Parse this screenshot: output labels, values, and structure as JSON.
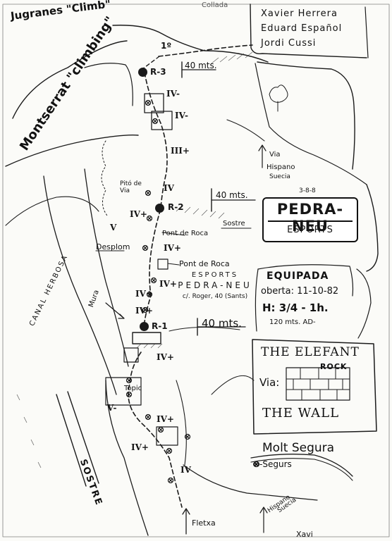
{
  "authors": {
    "line1": "Xavier Herrera",
    "line2": "Eduard Español",
    "line3": "Jordi   Cussi"
  },
  "top_scribble": "Collada",
  "magazine": "Jugranes \"Climb\"",
  "region": "Montserrat \"climbing\"",
  "pitch_top": "1º",
  "distance_labels": {
    "top": "40 mts.",
    "mid": "40 mts.",
    "bottom": "40 mts."
  },
  "belays": {
    "r3": "R-3",
    "r2": "R-2",
    "r1": "R-1"
  },
  "grades": {
    "g1": "IV-",
    "g2": "IV-",
    "g3": "III+",
    "g4": "IV",
    "g5": "IV+",
    "g6": "IV+",
    "g7": "IV+",
    "g8": "IV+",
    "g9": "IV+",
    "g10": "IV+",
    "g11": "V-",
    "g12": "IV+",
    "g13": "IV+",
    "g14": "IV",
    "g15": "IV",
    "g16": "V"
  },
  "labels": {
    "pito_de_via": "Pitó de Via",
    "pont_de_roca_1": "Pont de Roca",
    "pont_de_roca_2": "Pont de Roca",
    "sostre_small": "Sostre",
    "desplom": "Desplom",
    "mura": "Mura",
    "canal_herbosa": "CANAL  HERBOSA",
    "sostre_big": "SOSTRE",
    "topic": "Topic",
    "fletxa": "Fletxa",
    "via_hispano_1": "Via",
    "hispano_1": "Hispano",
    "suecia_1": "Suecia",
    "hispano_2": "Hispano",
    "suecia_2": "Suecia",
    "bottom_cut": "Xavi"
  },
  "date_small": "3-8-8",
  "logo": {
    "title": "PEDRA-NEU",
    "subtitle": "ESPORTS"
  },
  "store": {
    "line1": "ESPORTS",
    "line2": "PEDRA-NEU",
    "line3": "c/. Roger, 40 (Sants)"
  },
  "info": {
    "title": "EQUIPADA",
    "oberta": "oberta: 11-10-82",
    "hours": "H: 3/4 - 1h.",
    "length": "120 mts. AD-"
  },
  "route": {
    "line1": "THE ELEFANT",
    "rock": "ROCK",
    "via": "Via:",
    "wall": "THE WALL"
  },
  "note": "Molt Segura",
  "legend": "⊗-Segurs"
}
